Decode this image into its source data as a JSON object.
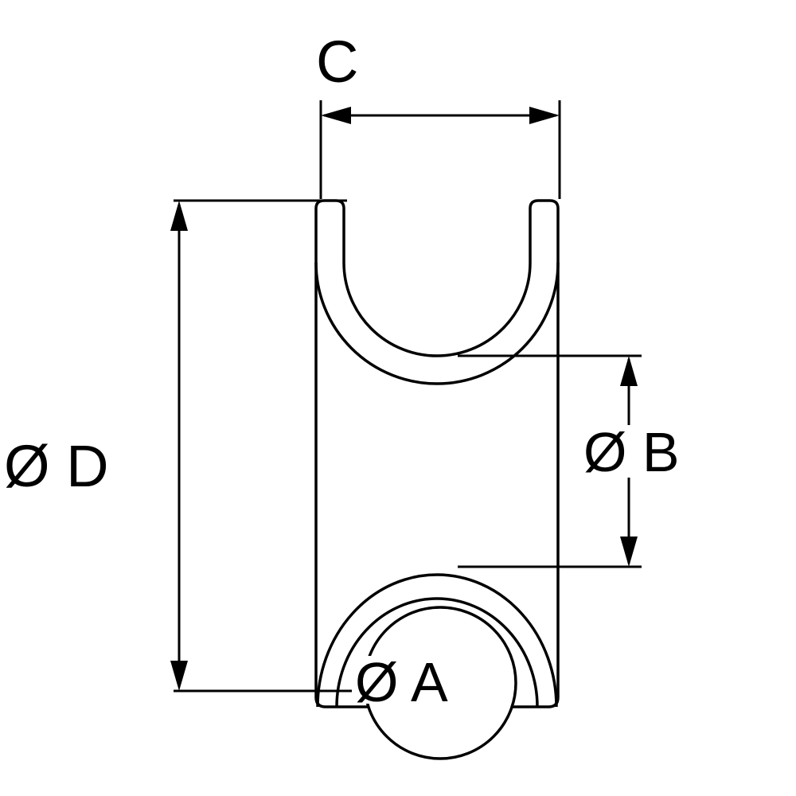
{
  "diagram": {
    "kind": "technical-dimension-drawing",
    "background_color": "#ffffff",
    "line_color": "#000000",
    "dimensions": {
      "top_width": {
        "label": "C"
      },
      "overall_diameter": {
        "label": "Ø D"
      },
      "bore_diameter": {
        "label": "Ø B"
      },
      "hole_diameter": {
        "label": "Ø A"
      }
    }
  }
}
